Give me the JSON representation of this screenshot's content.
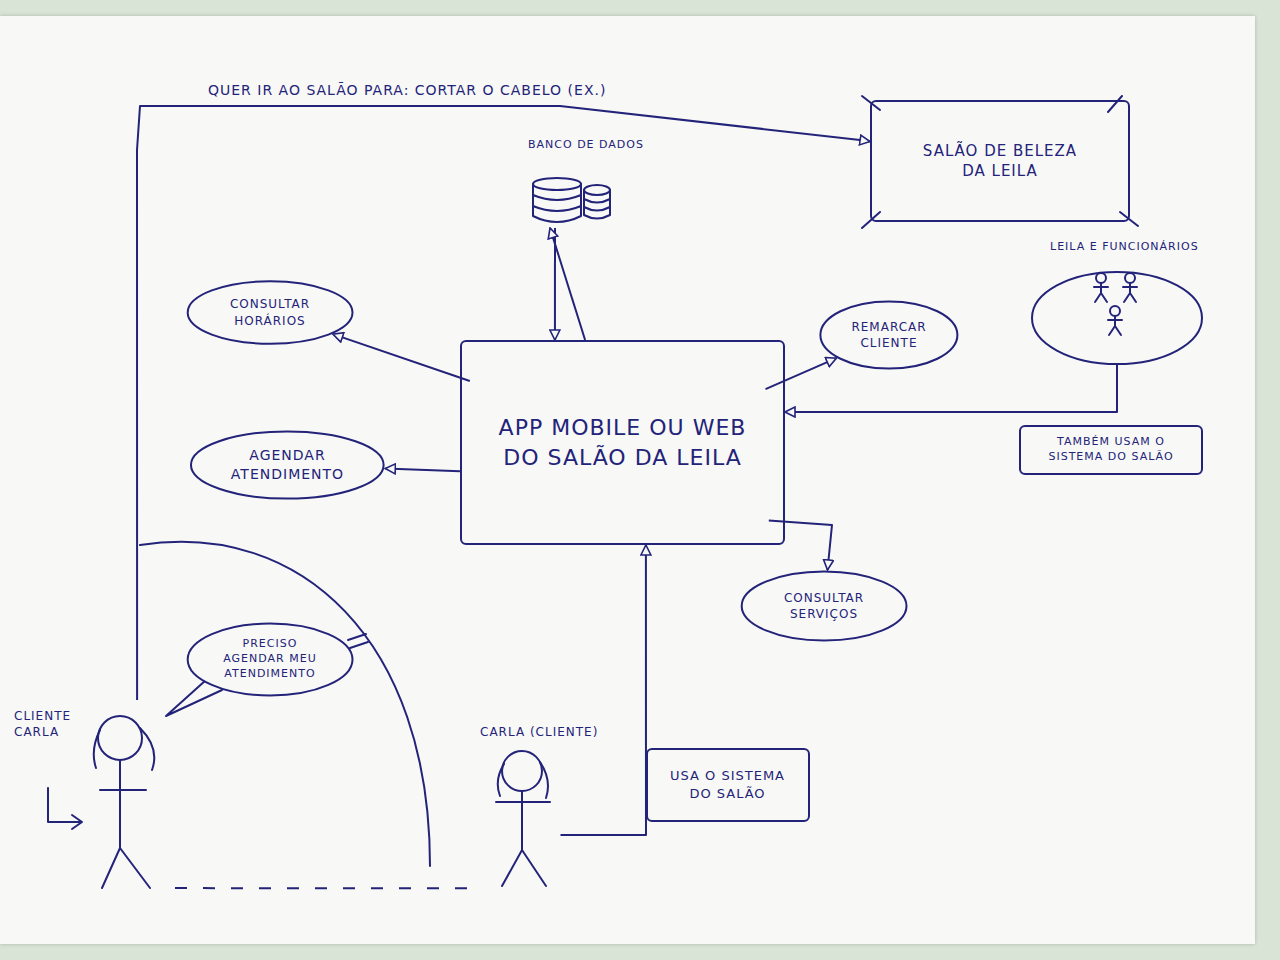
{
  "diagram": {
    "nodes": [
      {
        "text": [
          "SALÃO DE BELEZA DA LEILA"
        ]
      },
      {
        "text": [
          "BANCO DE DADOS"
        ]
      },
      {
        "text": [
          "LEILA E FUNCIONÁRIOS"
        ]
      },
      {
        "text": [
          "CONSULTAR HORÁRIOS"
        ]
      },
      {
        "text": [
          "REMARCAR CLIENTE"
        ]
      },
      {
        "text": [
          "APP MOBILE OU WEB DO SALÃO DA LEILA"
        ]
      },
      {
        "text": [
          "TAMBÉM USAM O SISTEMA DO SALÃO"
        ]
      },
      {
        "text": [
          "AGENDAR ATENDIMENTO"
        ]
      },
      {
        "text": [
          "CONSULTAR SERVIÇOS"
        ]
      },
      {
        "text": [
          "PRECISO AGENDAR MEU ATENDIMENTO"
        ]
      },
      {
        "text": [
          "CLIENTE CARLA"
        ]
      },
      {
        "text": [
          "CARLA (CLIENTE)"
        ]
      },
      {
        "text": [
          "USA O SISTEMA DO SALÃO"
        ]
      }
    ],
    "edges": [
      {
        "from": 10,
        "to": 0,
        "arrow": "to",
        "label": "QUER IR AO SALÃO PARA: CORTAR O CABELO (EX.)"
      },
      {
        "from": 1,
        "to": 5,
        "arrow": "to"
      },
      {
        "from": 5,
        "to": 1,
        "arrow": "to"
      },
      {
        "from": 5,
        "to": 3,
        "arrow": "to"
      },
      {
        "from": 5,
        "to": 4,
        "arrow": "to"
      },
      {
        "from": 5,
        "to": 7,
        "arrow": "to"
      },
      {
        "from": 5,
        "to": 8,
        "arrow": "to"
      },
      {
        "from": 2,
        "to": 5,
        "arrow": "to"
      },
      {
        "from": 11,
        "to": 5,
        "arrow": "to"
      },
      {
        "from": 10,
        "to": 11,
        "arrow": "none"
      }
    ]
  }
}
